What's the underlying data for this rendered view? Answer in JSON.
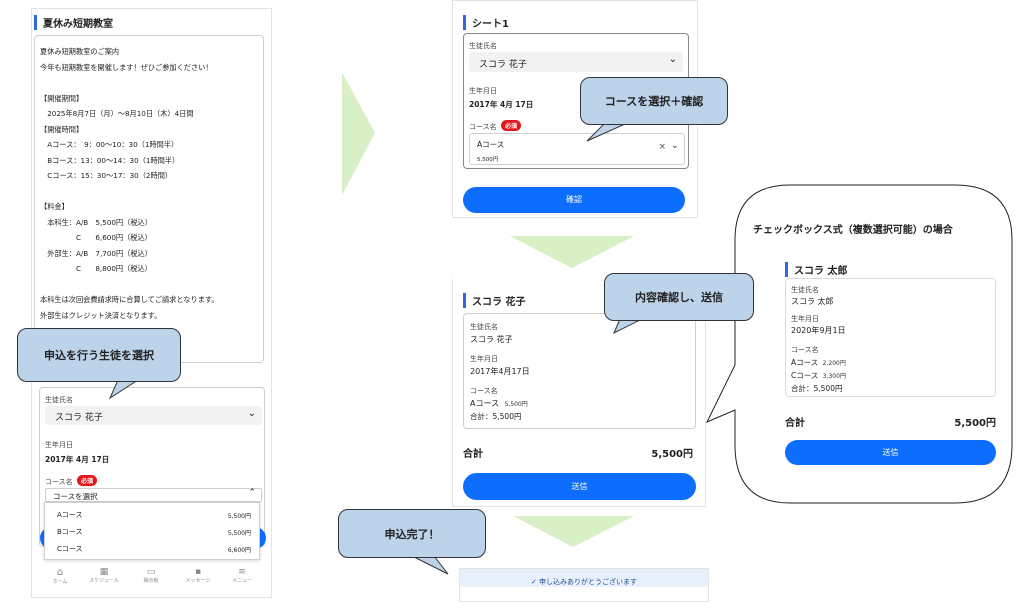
{
  "left": {
    "title": "夏休み短期教室",
    "info_lines": [
      "夏休み短期教室のご案内",
      "今年も短期教室を開催します！ぜひご参加ください！",
      "",
      "【開催期間】",
      "　2025年8月7日（月）～8月10日（木）4日間",
      "【開催時間】",
      "　Aコース：　9：00～10：30（1時間半）",
      "　Bコース：13：00～14：30（1時間半）",
      "　Cコース：15：30～17：30（2時間）",
      "",
      "【料金】",
      "　本科生：A/B　5,500円（税込）",
      "　　　　　C　　6,600円（税込）",
      "　外部生：A/B　7,700円（税込）",
      "　　　　　C　　8,800円（税込）",
      "",
      "本科生は次回会費請求時に合算してご請求となります。",
      "外部生はクレジット決済となります。"
    ],
    "student_label": "生徒氏名",
    "student_value": "スコラ 花子",
    "dob_label": "生年月日",
    "dob_value": "2017年 4月 17日",
    "course_label": "コース名",
    "required_badge": "必須",
    "course_placeholder": "コースを選択",
    "options": [
      {
        "name": "Aコース",
        "price": "5,500円"
      },
      {
        "name": "Bコース",
        "price": "5,500円"
      },
      {
        "name": "Cコース",
        "price": "6,600円"
      }
    ],
    "nav": [
      "ホーム",
      "スケジュール",
      "掲示板",
      "メッセージ",
      "メニュー"
    ]
  },
  "callouts": {
    "select_student": "申込を行う生徒を選択",
    "select_course": "コースを選択＋確認",
    "confirm_send": "内容確認し、送信",
    "done": "申込完了！"
  },
  "sheet": {
    "title": "シート1",
    "student_label": "生徒氏名",
    "student_value": "スコラ 花子",
    "dob_label": "生年月日",
    "dob_value": "2017年 4月 17日",
    "course_label": "コース名",
    "required_badge": "必須",
    "selected_course": "Aコース",
    "selected_price": "5,500円",
    "confirm_button": "確認"
  },
  "review": {
    "title": "スコラ 花子",
    "student_label": "生徒氏名",
    "student_value": "スコラ 花子",
    "dob_label": "生年月日",
    "dob_value": "2017年4月17日",
    "course_label": "コース名",
    "course_value": "Aコース",
    "course_price": "5,500円",
    "subtotal": "合計：5,500円",
    "total_label": "合計",
    "total_value": "5,500円",
    "send_button": "送信"
  },
  "complete": {
    "message": "✓ 申し込みありがとうございます"
  },
  "checkbox_case": {
    "heading": "チェックボックス式（複数選択可能）の場合",
    "title": "スコラ 太郎",
    "student_label": "生徒氏名",
    "student_value": "スコラ 太郎",
    "dob_label": "生年月日",
    "dob_value": "2020年9月1日",
    "course_label": "コース名",
    "courses": [
      {
        "name": "Aコース",
        "price": "2,200円"
      },
      {
        "name": "Cコース",
        "price": "3,300円"
      }
    ],
    "subtotal": "合計：5,500円",
    "total_label": "合計",
    "total_value": "5,500円",
    "send_button": "送信"
  },
  "colors": {
    "primary": "#0d6efd",
    "required": "#e3171b",
    "callout": "#bcd3ea",
    "arrow": "#d9efc6"
  }
}
